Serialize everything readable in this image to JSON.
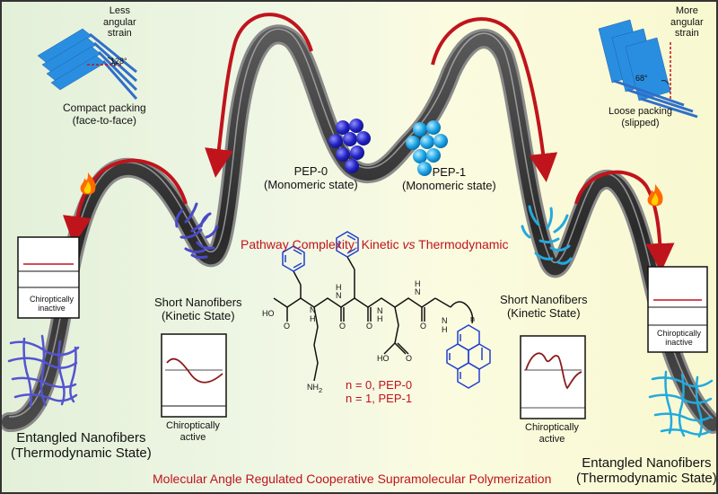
{
  "labels": {
    "less_strain_1": "Less",
    "less_strain_2": "angular",
    "less_strain_3": "strain",
    "angle_left": "128°",
    "compact_1": "Compact packing",
    "compact_2": "(face-to-face)",
    "more_strain_1": "More",
    "more_strain_2": "angular",
    "more_strain_3": "strain",
    "angle_right": "68°",
    "loose_1": "Loose packing",
    "loose_2": "(slipped)",
    "pep0_1": "PEP-0",
    "pep0_2": "(Monomeric state)",
    "pep1_1": "PEP-1",
    "pep1_2": "(Monomeric state)",
    "pathway_title_a": "Pathway Complexity: Kinetic ",
    "pathway_title_vs": "vs",
    "pathway_title_b": " Thermodynamic",
    "short_left_1": "Short Nanofibers",
    "short_left_2": "(Kinetic State)",
    "short_right_1": "Short Nanofibers",
    "short_right_2": "(Kinetic State)",
    "chiro_inactive_left_1": "Chiroptically",
    "chiro_inactive_left_2": "inactive",
    "chiro_inactive_right_1": "Chiroptically",
    "chiro_inactive_right_2": "inactive",
    "chiro_active_left_1": "Chiroptically",
    "chiro_active_left_2": "active",
    "chiro_active_right_1": "Chiroptically",
    "chiro_active_right_2": "active",
    "entangled_left_1": "Entangled Nanofibers",
    "entangled_left_2": "(Thermodynamic State)",
    "entangled_right_1": "Entangled Nanofibers",
    "entangled_right_2": "(Thermodynamic State)",
    "n0": "n = 0, PEP-0",
    "n1": "n = 1, PEP-1",
    "bottom_title": "Molecular Angle Regulated Cooperative Supramolecular Polymerization"
  },
  "molecule": {
    "atoms": {
      "ho": "HO",
      "o1": "O",
      "h1": "H",
      "n1": "N",
      "n2": "N",
      "h2": "H",
      "o2": "O",
      "o3": "O",
      "h3": "H",
      "n3": "N",
      "n4": "N",
      "h4": "H",
      "o4": "O",
      "ho2": "HO",
      "o5": "O",
      "n5": "n",
      "nh2": "NH",
      "nh2_sub": "2",
      "h5": "H",
      "n6": "N"
    }
  },
  "colors": {
    "accent_red": "#c0141c",
    "ribbon": "#3a3a3a",
    "pep0_blue": "#2828c8",
    "pep1_blue": "#1aa0e0",
    "fiber_left": "#4a4ac8",
    "fiber_right": "#22aadd",
    "pyrene": "#1f3fd0",
    "phenyl": "#1f3fd0"
  },
  "icons": [
    "flame-icon-left",
    "flame-icon-right"
  ]
}
